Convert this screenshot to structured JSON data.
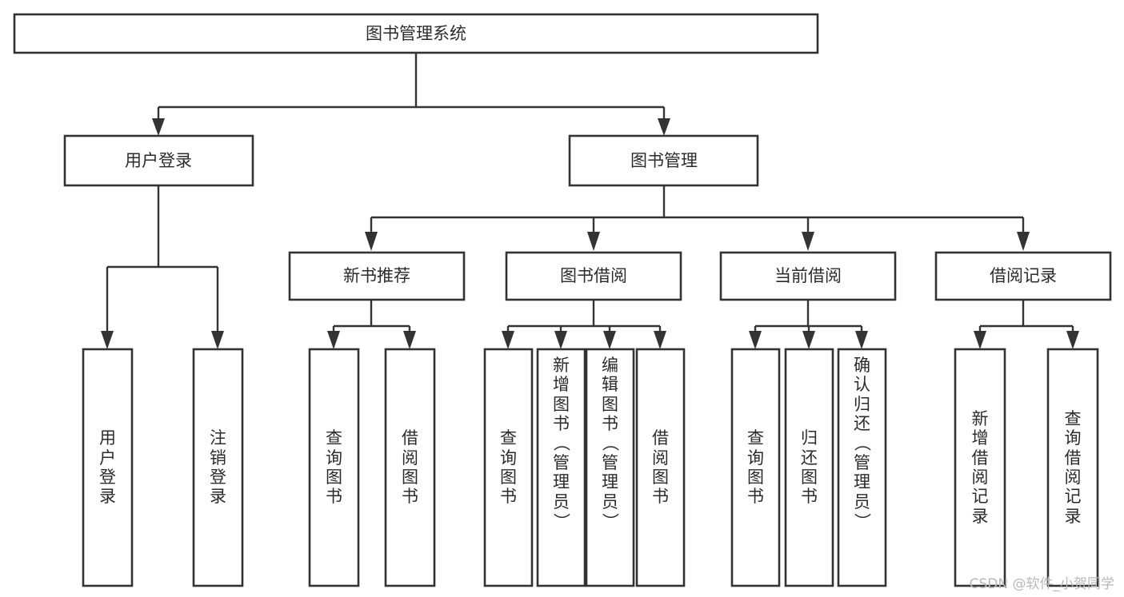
{
  "diagram": {
    "title": "图书管理系统",
    "watermark": "CSDN @软件_小贺同学",
    "colors": {
      "stroke": "#333333",
      "fill": "#ffffff",
      "text": "#2b2b2b",
      "watermark": "#b9b9b9",
      "background": "#ffffff"
    },
    "root": {
      "label": "图书管理系统"
    },
    "level2": [
      {
        "label": "用户登录"
      },
      {
        "label": "图书管理"
      }
    ],
    "level3": [
      {
        "label": "新书推荐"
      },
      {
        "label": "图书借阅"
      },
      {
        "label": "当前借阅"
      },
      {
        "label": "借阅记录"
      }
    ],
    "leaves": {
      "user_login": [
        {
          "label": "用户登录"
        },
        {
          "label": "注销登录"
        }
      ],
      "new_book_recommend": [
        {
          "label": "查询图书"
        },
        {
          "label": "借阅图书"
        }
      ],
      "book_borrow": [
        {
          "label": "查询图书"
        },
        {
          "label": "新增图书（管理员）"
        },
        {
          "label": "编辑图书（管理员）"
        },
        {
          "label": "借阅图书"
        }
      ],
      "current_borrow": [
        {
          "label": "查询图书"
        },
        {
          "label": "归还图书"
        },
        {
          "label": "确认归还（管理员）"
        }
      ],
      "borrow_record": [
        {
          "label": "新增借阅记录"
        },
        {
          "label": "查询借阅记录"
        }
      ]
    }
  }
}
